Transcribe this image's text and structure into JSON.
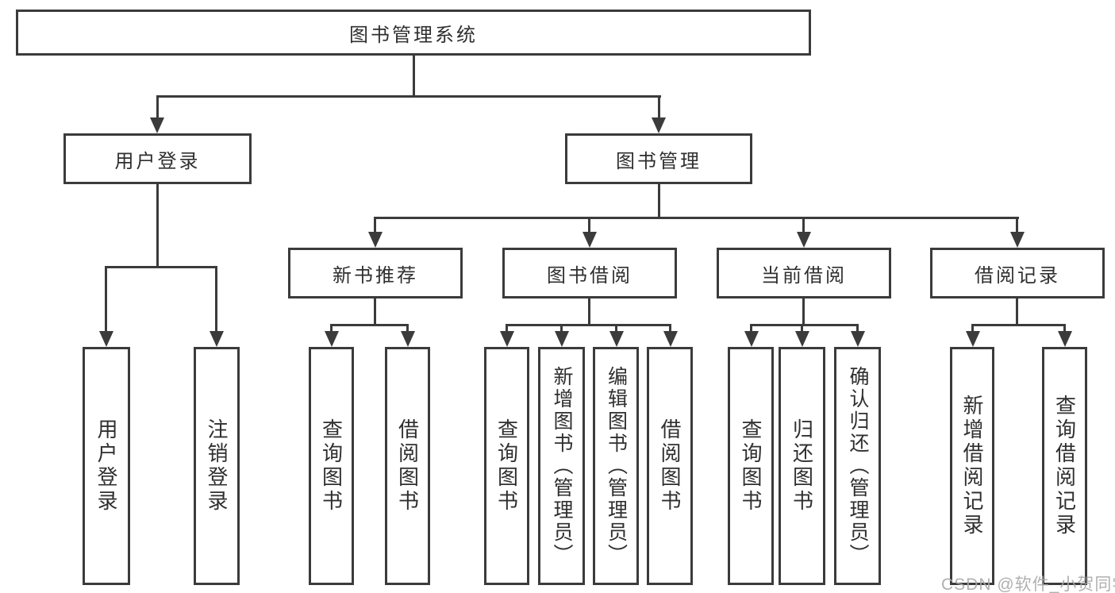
{
  "diagram": {
    "kind": "functional-structure-tree",
    "line_color": "#3b3b3b",
    "text_color": "#2f2f2f",
    "watermark": "CSDN @软件_小贺同学",
    "watermark_color": "#a8a8a8"
  },
  "tree": {
    "root": {
      "label": "图书管理系统",
      "children": [
        {
          "label": "用户登录",
          "children": [
            {
              "label": "用户登录"
            },
            {
              "label": "注销登录"
            }
          ]
        },
        {
          "label": "图书管理",
          "children": [
            {
              "label": "新书推荐",
              "children": [
                {
                  "label": "查询图书"
                },
                {
                  "label": "借阅图书"
                }
              ]
            },
            {
              "label": "图书借阅",
              "children": [
                {
                  "label": "查询图书"
                },
                {
                  "label": "新增图书（管理员）"
                },
                {
                  "label": "编辑图书（管理员）"
                },
                {
                  "label": "借阅图书"
                }
              ]
            },
            {
              "label": "当前借阅",
              "children": [
                {
                  "label": "查询图书"
                },
                {
                  "label": "归还图书"
                },
                {
                  "label": "确认归还（管理员）"
                }
              ]
            },
            {
              "label": "借阅记录",
              "children": [
                {
                  "label": "新增借阅记录"
                },
                {
                  "label": "查询借阅记录"
                }
              ]
            }
          ]
        }
      ]
    }
  }
}
